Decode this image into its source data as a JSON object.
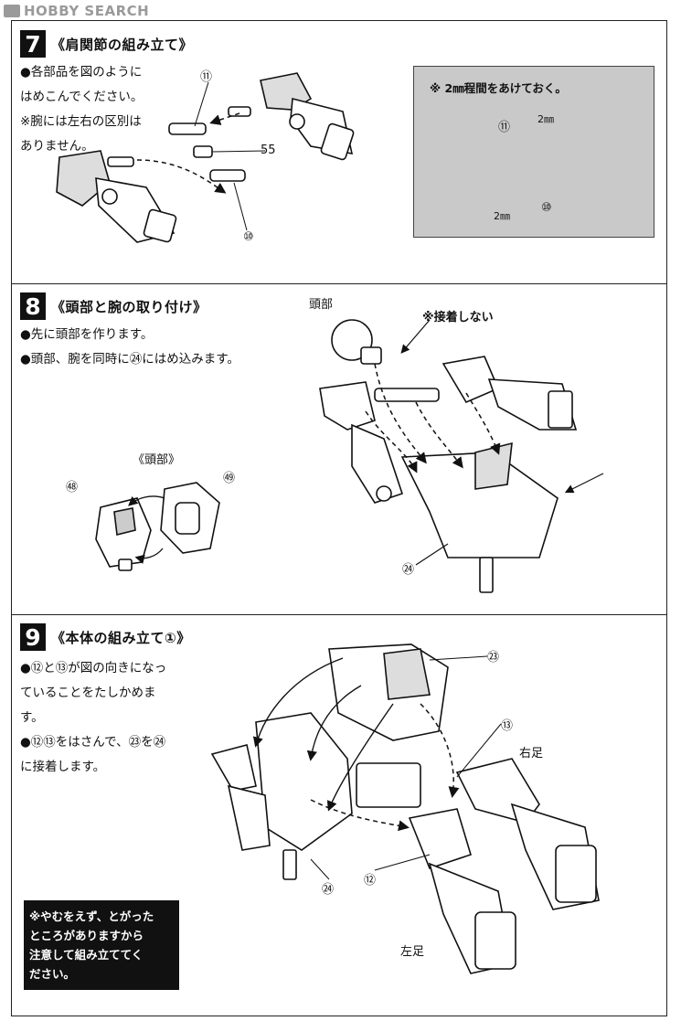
{
  "watermark": {
    "text": "HOBBY SEARCH"
  },
  "step7": {
    "number": "7",
    "title": "《肩関節の組み立て》",
    "instructions": [
      "●各部品を図のように",
      "はめこんでください。",
      "※腕には左右の区別は",
      "ありません。"
    ],
    "parts": [
      "⑪",
      "55",
      "⑩"
    ],
    "inset_note": "※ 2㎜程間をあけておく。",
    "inset_labels": [
      "⑪",
      "2㎜",
      "2㎜",
      "⑩"
    ]
  },
  "step8": {
    "number": "8",
    "title": "《頭部と腕の取り付け》",
    "instructions": [
      "●先に頭部を作ります。",
      "●頭部、腕を同時に㉔にはめ込みます。"
    ],
    "head_label": "頭部",
    "no_glue": "※接着しない",
    "sub_title": "《頭部》",
    "parts": [
      "㊽",
      "㊾",
      "㉔"
    ]
  },
  "step9": {
    "number": "9",
    "title": "《本体の組み立て①》",
    "instructions": [
      "●⑫と⑬が図の向きになっ",
      "ていることをたしかめま",
      "す。",
      "●⑫⑬をはさんで、㉓を㉔",
      "に接着します。"
    ],
    "parts": [
      "㉓",
      "⑬",
      "㉔",
      "⑫"
    ],
    "right_leg": "右足",
    "left_leg": "左足",
    "caution": [
      "※やむをえず、とがった",
      "ところがありますから",
      "注意して組み立ててく",
      "ださい。"
    ]
  }
}
